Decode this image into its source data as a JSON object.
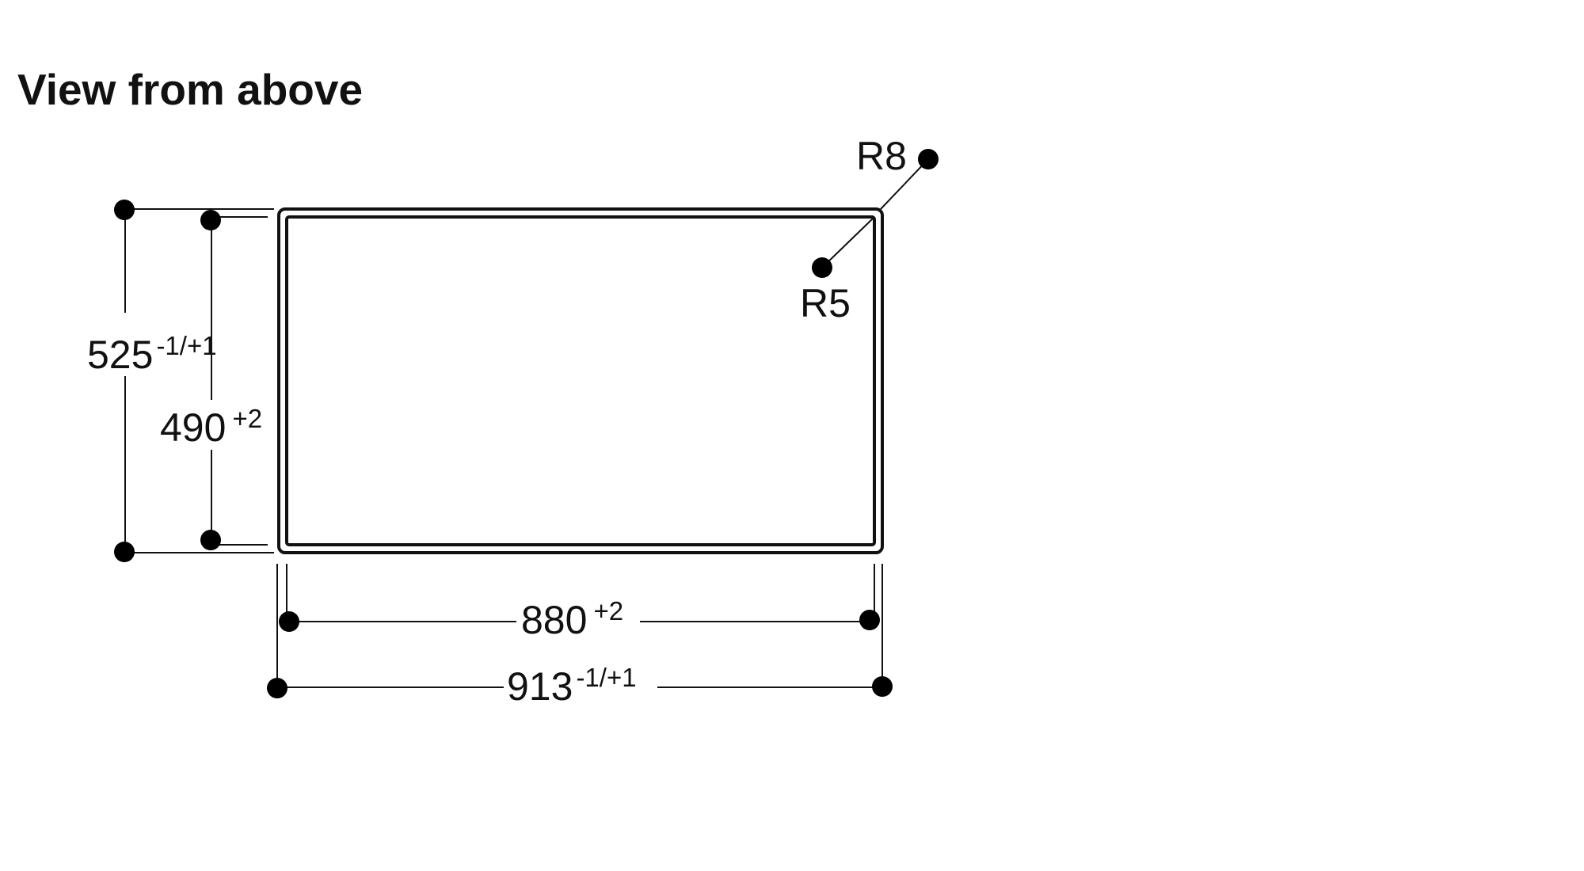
{
  "title": "View from above",
  "dimensions": {
    "outer_depth": {
      "value": "525",
      "tolerance": "-1/+1"
    },
    "inner_depth": {
      "value": "490",
      "tolerance": "+2"
    },
    "inner_width": {
      "value": "880",
      "tolerance": "+2"
    },
    "outer_width": {
      "value": "913",
      "tolerance": "-1/+1"
    }
  },
  "radii": {
    "outer": "R8",
    "inner": "R5"
  },
  "colors": {
    "ink": "#111111",
    "background": "#ffffff"
  }
}
